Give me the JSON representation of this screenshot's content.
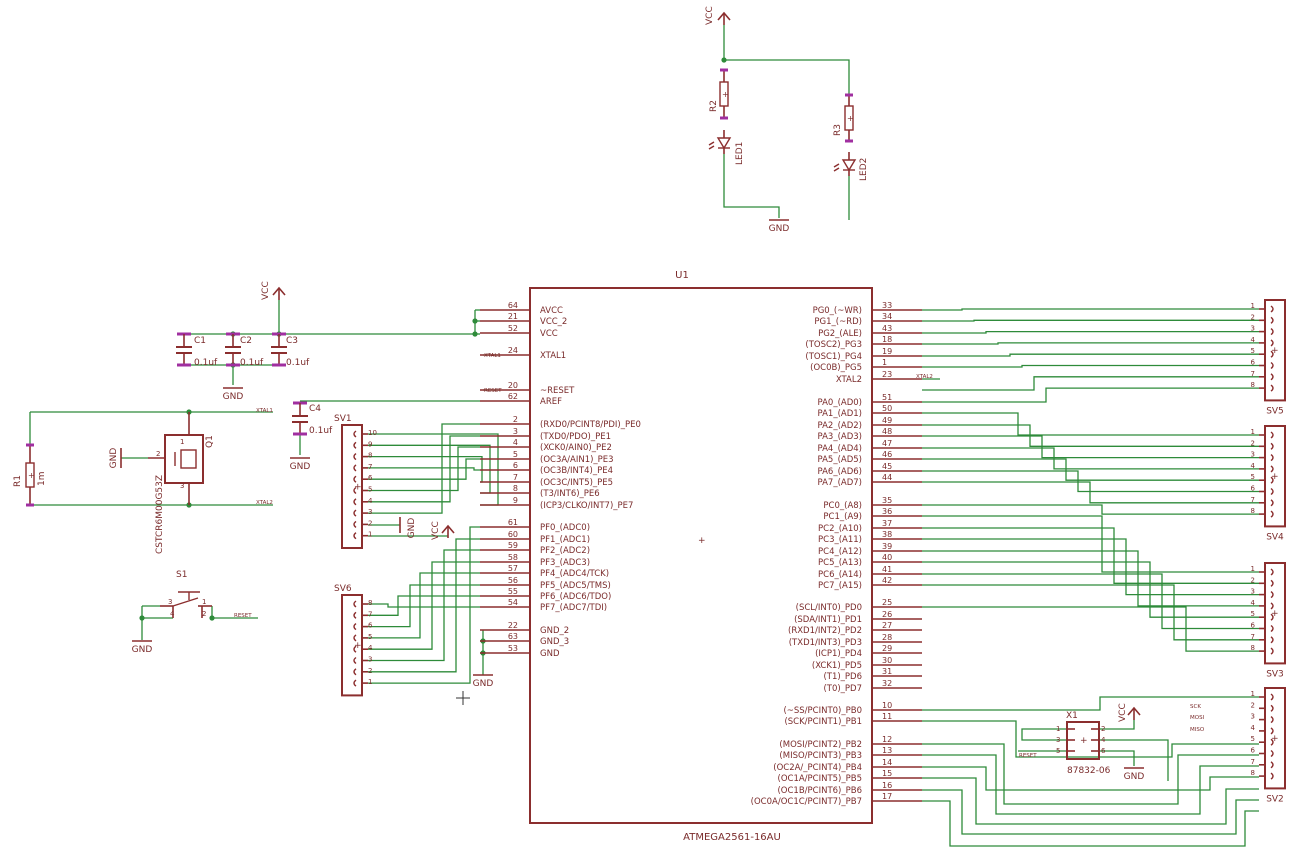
{
  "schematic": {
    "u1": {
      "name": "U1",
      "value": "ATMEGA2561-16AU",
      "left_pins": [
        {
          "num": "64",
          "label": "AVCC"
        },
        {
          "num": "21",
          "label": "VCC_2"
        },
        {
          "num": "52",
          "label": "VCC"
        },
        {
          "num": "24",
          "label": "XTAL1"
        },
        {
          "num": "20",
          "label": "~RESET"
        },
        {
          "num": "62",
          "label": "AREF"
        },
        {
          "num": "2",
          "label": "(RXD0/PCINT8/PDI)_PE0"
        },
        {
          "num": "3",
          "label": "(TXD0/PDO)_PE1"
        },
        {
          "num": "4",
          "label": "(XCK0/AIN0)_PE2"
        },
        {
          "num": "5",
          "label": "(OC3A/AIN1)_PE3"
        },
        {
          "num": "6",
          "label": "(OC3B/INT4)_PE4"
        },
        {
          "num": "7",
          "label": "(OC3C/INT5)_PE5"
        },
        {
          "num": "8",
          "label": "(T3/INT6)_PE6"
        },
        {
          "num": "9",
          "label": "(ICP3/CLKO/INT7)_PE7"
        },
        {
          "num": "61",
          "label": "PF0_(ADC0)"
        },
        {
          "num": "60",
          "label": "PF1_(ADC1)"
        },
        {
          "num": "59",
          "label": "PF2_(ADC2)"
        },
        {
          "num": "58",
          "label": "PF3_(ADC3)"
        },
        {
          "num": "57",
          "label": "PF4_(ADC4/TCK)"
        },
        {
          "num": "56",
          "label": "PF5_(ADC5/TMS)"
        },
        {
          "num": "55",
          "label": "PF6_(ADC6/TDO)"
        },
        {
          "num": "54",
          "label": "PF7_(ADC7/TDI)"
        },
        {
          "num": "22",
          "label": "GND_2"
        },
        {
          "num": "63",
          "label": "GND_3"
        },
        {
          "num": "53",
          "label": "GND"
        }
      ],
      "right_pins": [
        {
          "num": "33",
          "label": "PG0_(~WR)"
        },
        {
          "num": "34",
          "label": "PG1_(~RD)"
        },
        {
          "num": "43",
          "label": "PG2_(ALE)"
        },
        {
          "num": "18",
          "label": "(TOSC2)_PG3"
        },
        {
          "num": "19",
          "label": "(TOSC1)_PG4"
        },
        {
          "num": "1",
          "label": "(OC0B)_PG5"
        },
        {
          "num": "23",
          "label": "XTAL2"
        },
        {
          "num": "51",
          "label": "PA0_(AD0)"
        },
        {
          "num": "50",
          "label": "PA1_(AD1)"
        },
        {
          "num": "49",
          "label": "PA2_(AD2)"
        },
        {
          "num": "48",
          "label": "PA3_(AD3)"
        },
        {
          "num": "47",
          "label": "PA4_(AD4)"
        },
        {
          "num": "46",
          "label": "PA5_(AD5)"
        },
        {
          "num": "45",
          "label": "PA6_(AD6)"
        },
        {
          "num": "44",
          "label": "PA7_(AD7)"
        },
        {
          "num": "35",
          "label": "PC0_(A8)"
        },
        {
          "num": "36",
          "label": "PC1_(A9)"
        },
        {
          "num": "37",
          "label": "PC2_(A10)"
        },
        {
          "num": "38",
          "label": "PC3_(A11)"
        },
        {
          "num": "39",
          "label": "PC4_(A12)"
        },
        {
          "num": "40",
          "label": "PC5_(A13)"
        },
        {
          "num": "41",
          "label": "PC6_(A14)"
        },
        {
          "num": "42",
          "label": "PC7_(A15)"
        },
        {
          "num": "25",
          "label": "(SCL/INT0)_PD0"
        },
        {
          "num": "26",
          "label": "(SDA/INT1)_PD1"
        },
        {
          "num": "27",
          "label": "(RXD1/INT2)_PD2"
        },
        {
          "num": "28",
          "label": "(TXD1/INT3)_PD3"
        },
        {
          "num": "29",
          "label": "(ICP1)_PD4"
        },
        {
          "num": "30",
          "label": "(XCK1)_PD5"
        },
        {
          "num": "31",
          "label": "(T1)_PD6"
        },
        {
          "num": "32",
          "label": "(T0)_PD7"
        },
        {
          "num": "10",
          "label": "(~SS/PCINT0)_PB0"
        },
        {
          "num": "11",
          "label": "(SCK/PCINT1)_PB1"
        },
        {
          "num": "12",
          "label": "(MOSI/PCINT2)_PB2"
        },
        {
          "num": "13",
          "label": "(MISO/PCINT3)_PB3"
        },
        {
          "num": "14",
          "label": "(OC2A/_PCINT4)_PB4"
        },
        {
          "num": "15",
          "label": "(OC1A/PCINT5)_PB5"
        },
        {
          "num": "16",
          "label": "(OC1B/PCINT6)_PB6"
        },
        {
          "num": "17",
          "label": "(OC0A/OC1C/PCINT7)_PB7"
        }
      ]
    },
    "power": {
      "vcc": "VCC",
      "gnd": "GND"
    },
    "caps": [
      {
        "name": "C1",
        "value": "0.1uf"
      },
      {
        "name": "C2",
        "value": "0.1uf"
      },
      {
        "name": "C3",
        "value": "0.1uf"
      },
      {
        "name": "C4",
        "value": "0.1uf"
      }
    ],
    "resistors": {
      "r1": "R1",
      "r1_value": "1m",
      "r2": "R2",
      "r3": "R3"
    },
    "leds": {
      "led1": "LED1",
      "led2": "LED2"
    },
    "crystal": {
      "name": "Q1",
      "value": "CSTCR6M00G53Z",
      "pins": [
        "1",
        "2",
        "3"
      ]
    },
    "switch": {
      "name": "S1",
      "pins": [
        "3",
        "1",
        "4",
        "2"
      ]
    },
    "isp": {
      "name": "X1",
      "value": "87832-06",
      "pins": [
        "1",
        "2",
        "3",
        "4",
        "5",
        "6"
      ]
    },
    "net_labels": {
      "xtal1": "XTAL1",
      "xtal2": "XTAL2",
      "reset": "RESET",
      "sck": "SCK",
      "mosi": "MOSI",
      "miso": "MISO"
    },
    "headers": {
      "sv1": {
        "name": "SV1",
        "pins": [
          "10",
          "9",
          "8",
          "7",
          "6",
          "5",
          "4",
          "3",
          "2",
          "1"
        ]
      },
      "sv6": {
        "name": "SV6",
        "pins": [
          "8",
          "7",
          "6",
          "5",
          "4",
          "3",
          "2",
          "1"
        ]
      },
      "sv5": {
        "name": "SV5",
        "pins": [
          "1",
          "2",
          "3",
          "4",
          "5",
          "6",
          "7",
          "8"
        ]
      },
      "sv4": {
        "name": "SV4",
        "pins": [
          "1",
          "2",
          "3",
          "4",
          "5",
          "6",
          "7",
          "8"
        ]
      },
      "sv3": {
        "name": "SV3",
        "pins": [
          "1",
          "2",
          "3",
          "4",
          "5",
          "6",
          "7",
          "8"
        ]
      },
      "sv2": {
        "name": "SV2",
        "pins": [
          "1",
          "2",
          "3",
          "4",
          "5",
          "6",
          "7",
          "8"
        ]
      }
    }
  }
}
